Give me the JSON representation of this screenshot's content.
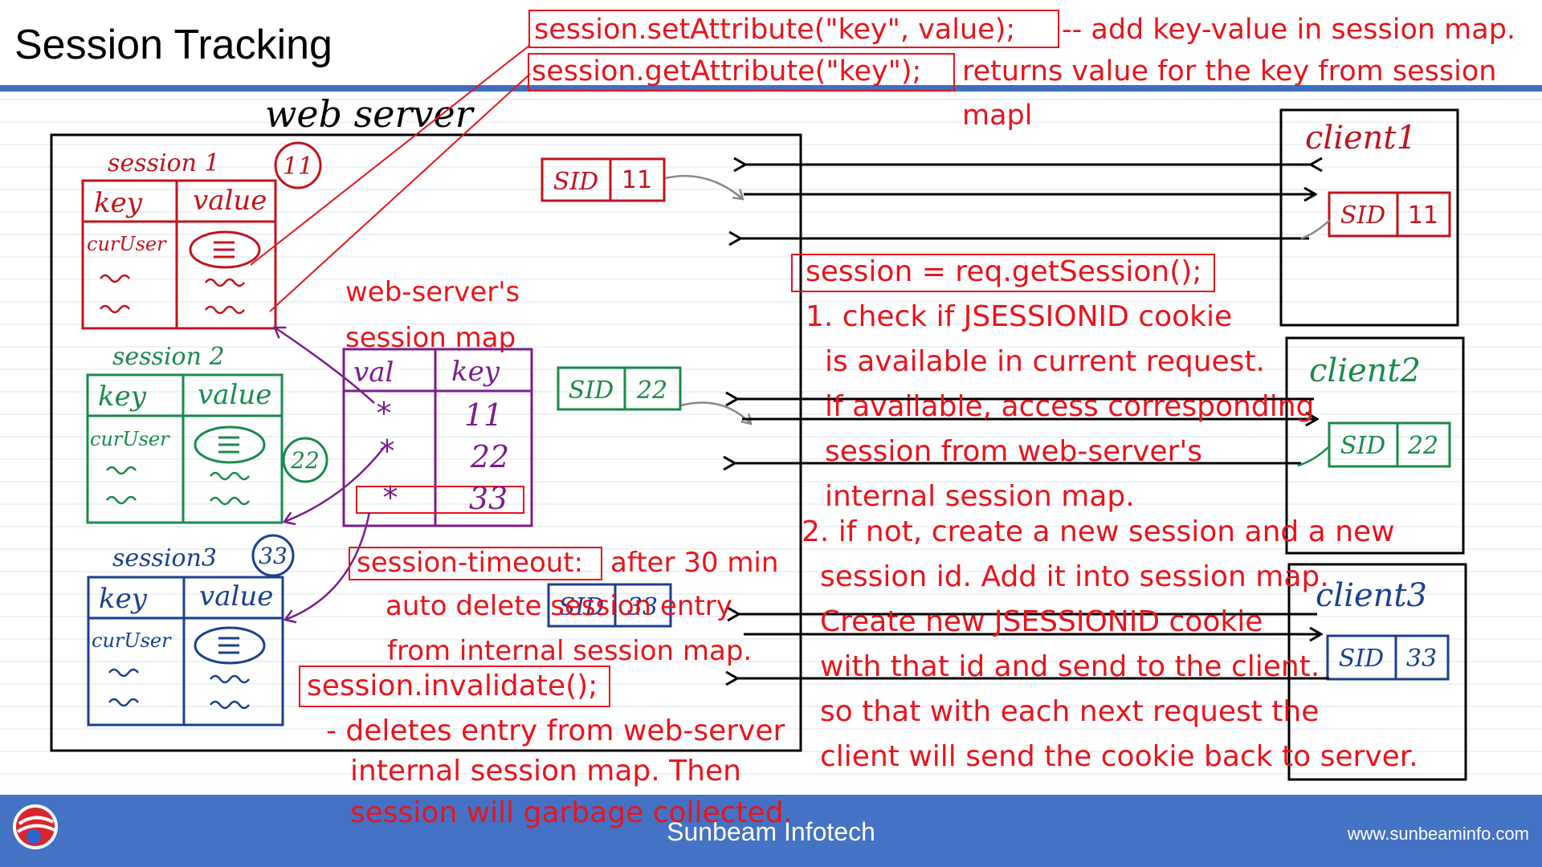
{
  "page": {
    "title": "Session Tracking"
  },
  "footer": {
    "company": "Sunbeam Infotech",
    "url": "www.sunbeaminfo.com"
  },
  "server": {
    "label": "web server"
  },
  "sessions": [
    {
      "name": "session 1",
      "id": "11",
      "key_header": "key",
      "value_header": "value",
      "first_key": "curUser"
    },
    {
      "name": "session 2",
      "id": "22",
      "key_header": "key",
      "value_header": "value",
      "first_key": "curUser"
    },
    {
      "name": "session3",
      "id": "33",
      "key_header": "key",
      "value_header": "value",
      "first_key": "curUser"
    }
  ],
  "session_map": {
    "label_line1": "web-server's",
    "label_line2": "session map",
    "val_header": "val",
    "key_header": "key",
    "rows": [
      {
        "val": "*",
        "key": "11"
      },
      {
        "val": "*",
        "key": "22"
      },
      {
        "val": "*",
        "key": "33"
      }
    ]
  },
  "cookies": [
    {
      "label": "SID",
      "value": "11"
    },
    {
      "label": "SID",
      "value": "22"
    },
    {
      "label": "SID",
      "value": "33"
    }
  ],
  "clients": [
    {
      "name": "client1",
      "sid_label": "SID",
      "sid_value": "11"
    },
    {
      "name": "client2",
      "sid_label": "SID",
      "sid_value": "22"
    },
    {
      "name": "client3",
      "sid_label": "SID",
      "sid_value": "33"
    }
  ],
  "notes": {
    "set_attr_code": "session.setAttribute(\"key\", value);",
    "set_attr_desc": "-- add key-value in session map.",
    "get_attr_code": "session.getAttribute(\"key\");",
    "get_attr_desc_line1": "returns value for the key from session",
    "get_attr_desc_line2": "mapl",
    "get_session_code": "session = req.getSession();",
    "step1_lines": [
      "1. check if JSESSIONID cookie",
      "is available in current request.",
      "if available, access corresponding",
      "session from web-server's",
      "internal session map."
    ],
    "step2_lines": [
      "2. if not, create a new session and a new",
      "session id. Add it into session map.",
      "Create new JSESSIONID cookie",
      "with that id and send to the client.",
      "so that with each next request the",
      "client will send the cookie back to server."
    ],
    "timeout_code": "session-timeout:",
    "timeout_desc_line1": "after 30 min",
    "timeout_desc_line2": "auto delete session entry",
    "timeout_desc_line3": "from internal session map.",
    "invalidate_code": "session.invalidate();",
    "invalidate_lines": [
      "- deletes entry from web-server",
      "internal session map. Then",
      "session will garbage collected."
    ]
  },
  "colors": {
    "red": "#e8141c",
    "green": "#1a8a4c",
    "blue": "#1c3f8f",
    "purple": "#7a1e8c",
    "darkred": "#c0141c",
    "footer": "#4472c4"
  }
}
